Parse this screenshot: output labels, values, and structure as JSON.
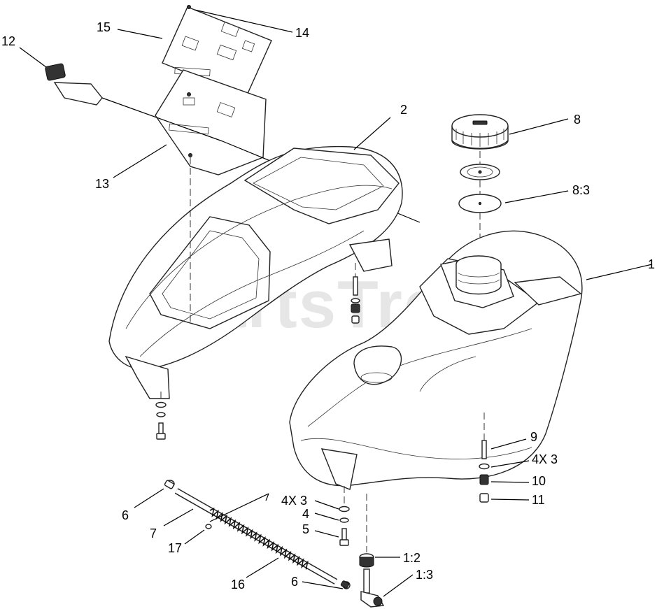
{
  "watermark": "PartsTree",
  "callouts": {
    "c1": "1",
    "c2": "2",
    "c8": "8",
    "c8_3": "8:3",
    "c9": "9",
    "c4x3_right": "4X 3",
    "c10": "10",
    "c11": "11",
    "c12": "12",
    "c13": "13",
    "c14": "14",
    "c15": "15",
    "c6_top": "6",
    "c7": "7",
    "c17": "17",
    "c16": "16",
    "c6_bottom": "6",
    "c4x3_left": "4X 3",
    "c4": "4",
    "c5": "5",
    "c1_2": "1:2",
    "c1_3": "1:3"
  }
}
